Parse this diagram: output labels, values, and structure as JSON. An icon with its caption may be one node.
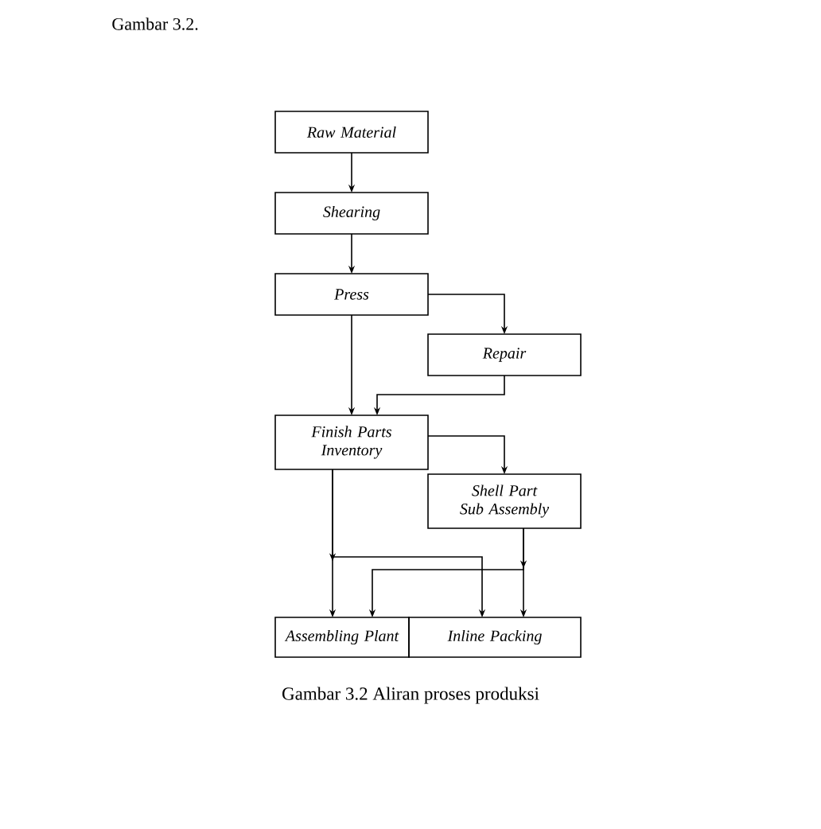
{
  "diagram": {
    "caption": "Gambar 3.2 Aliran proses produksi",
    "nodes": [
      {
        "text": [
          "Raw Material"
        ]
      },
      {
        "text": [
          "Shearing"
        ]
      },
      {
        "text": [
          "Press"
        ]
      },
      {
        "text": [
          "Repair"
        ]
      },
      {
        "text": [
          "Finish Parts Inventory"
        ]
      },
      {
        "text": [
          "Shell Part Sub Assembly"
        ]
      },
      {
        "text": [
          "Assembling Plant"
        ]
      },
      {
        "text": [
          "Inline Packing"
        ]
      }
    ],
    "edges": [
      {
        "from": 0,
        "to": 1,
        "arrow": "to"
      },
      {
        "from": 1,
        "to": 2,
        "arrow": "to"
      },
      {
        "from": 2,
        "to": 3,
        "arrow": "to"
      },
      {
        "from": 2,
        "to": 4,
        "arrow": "to"
      },
      {
        "from": 3,
        "to": 4,
        "arrow": "to"
      },
      {
        "from": 4,
        "to": 5,
        "arrow": "to"
      },
      {
        "from": 4,
        "to": 6,
        "arrow": "to"
      },
      {
        "from": 4,
        "to": 7,
        "arrow": "to"
      },
      {
        "from": 5,
        "to": 6,
        "arrow": "to"
      },
      {
        "from": 5,
        "to": 7,
        "arrow": "to"
      }
    ],
    "labels": [
      "Gambar 3.2."
    ]
  }
}
